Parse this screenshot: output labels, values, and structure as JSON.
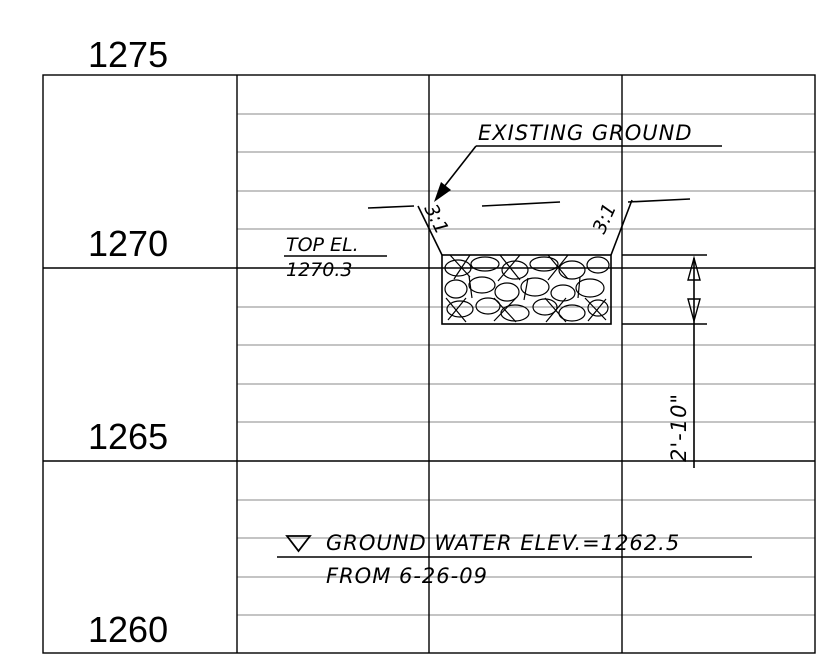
{
  "elevations": [
    "1275",
    "1270",
    "1265",
    "1260"
  ],
  "labels": {
    "existing_ground": "EXISTING GROUND",
    "top_el_line1": "TOP EL.",
    "top_el_line2": "1270.3",
    "slope_left": "3:1",
    "slope_right": "3:1",
    "dimension": "2'-10\"",
    "groundwater_line1": "GROUND WATER ELEV.=1262.5",
    "groundwater_line2": "FROM 6-26-09"
  }
}
